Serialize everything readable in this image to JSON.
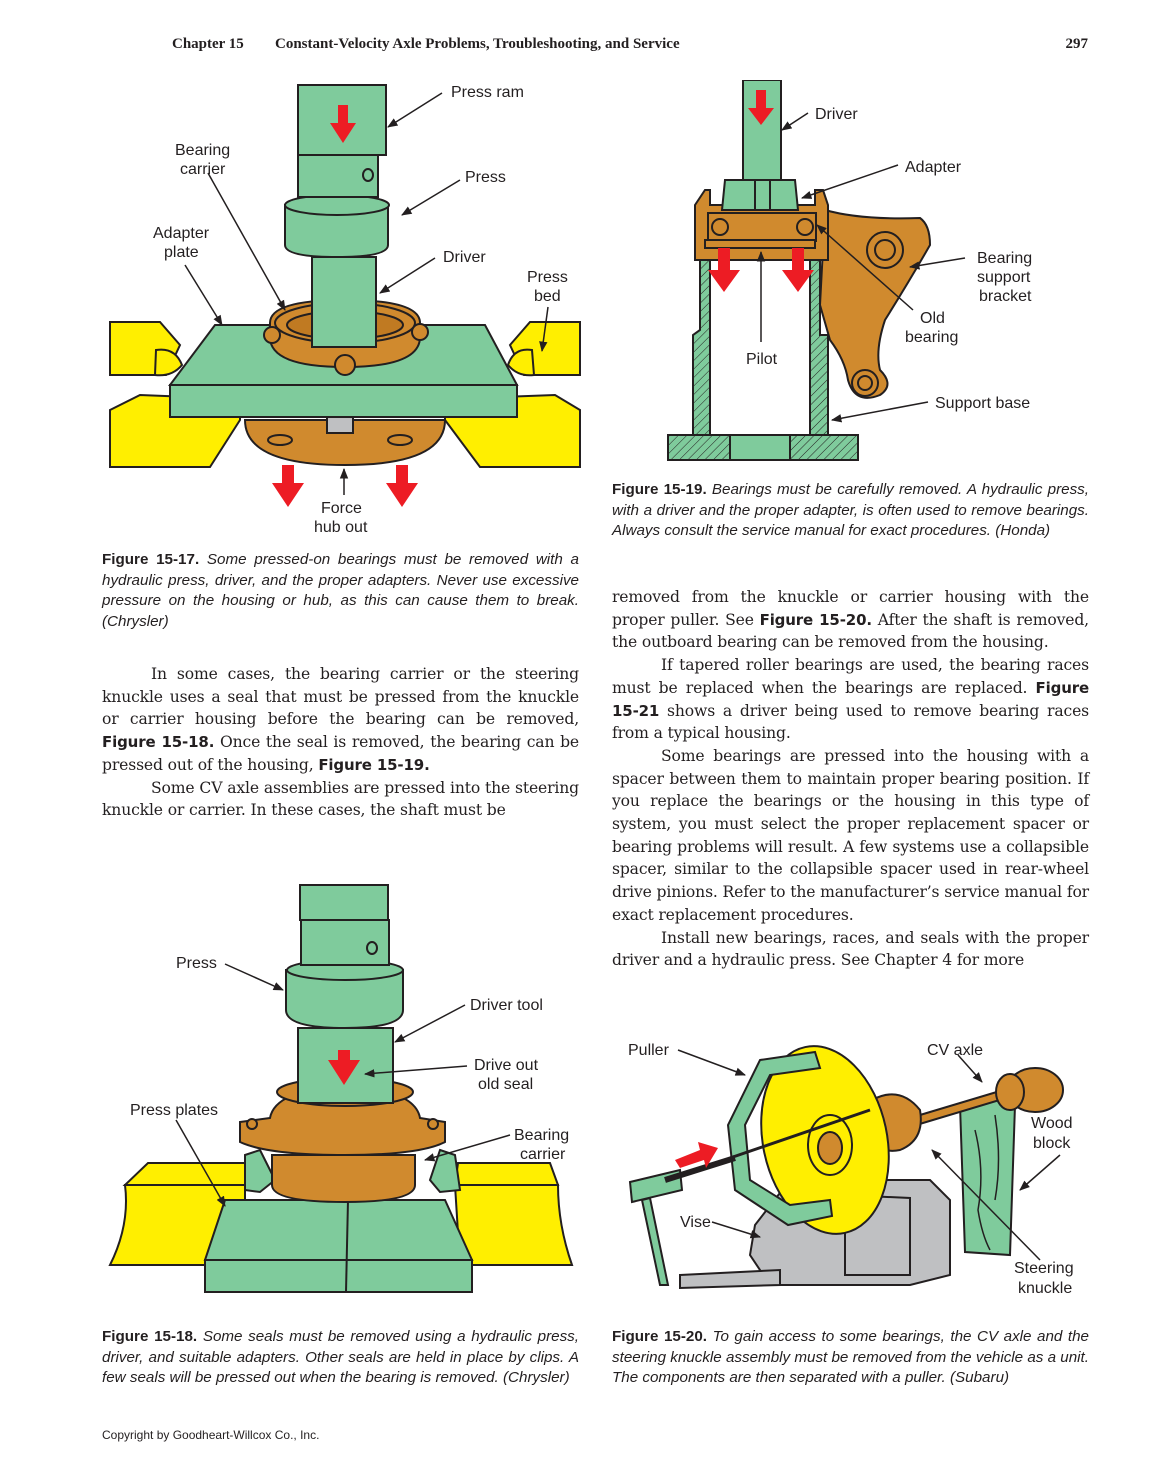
{
  "header": {
    "chapter": "Chapter 15",
    "title": "Constant-Velocity Axle Problems, Troubleshooting, and Service",
    "page_number": "297"
  },
  "colors": {
    "green": "#7fcb9c",
    "yellow": "#ffef00",
    "orange": "#d08a2e",
    "gray": "#bfc0c2",
    "red": "#ed1c24",
    "ink": "#231f20"
  },
  "figures": {
    "fig_15_17": {
      "labels": {
        "press_ram": "Press ram",
        "bearing_carrier_1": "Bearing",
        "bearing_carrier_2": "carrier",
        "press": "Press",
        "adapter_plate_1": "Adapter",
        "adapter_plate_2": "plate",
        "driver": "Driver",
        "press_bed_1": "Press",
        "press_bed_2": "bed",
        "force_hub_out_1": "Force",
        "force_hub_out_2": "hub out"
      },
      "caption_number": "Figure 15-17.",
      "caption_text": "Some pressed-on bearings must be removed with a hydraulic press, driver, and the proper adapters. Never use excessive pressure on the housing or hub, as this can cause them to break. (Chrysler)"
    },
    "fig_15_19": {
      "labels": {
        "driver": "Driver",
        "adapter": "Adapter",
        "bearing_support_bracket_1": "Bearing",
        "bearing_support_bracket_2": "support",
        "bearing_support_bracket_3": "bracket",
        "old_bearing_1": "Old",
        "old_bearing_2": "bearing",
        "pilot": "Pilot",
        "support_base": "Support base"
      },
      "caption_number": "Figure 15-19.",
      "caption_text": "Bearings must be carefully removed. A hydraulic press, with a driver and the proper adapter, is often used to remove bearings. Always consult the service manual for exact procedures. (Honda)"
    },
    "fig_15_18": {
      "labels": {
        "press": "Press",
        "driver_tool": "Driver tool",
        "drive_out_old_seal_1": "Drive out",
        "drive_out_old_seal_2": "old seal",
        "press_plates": "Press plates",
        "bearing_carrier_1": "Bearing",
        "bearing_carrier_2": "carrier"
      },
      "caption_number": "Figure 15-18.",
      "caption_text": "Some seals must be removed using a hydraulic press, driver, and suitable adapters. Other seals are held in place by clips. A few seals will be pressed out when the bearing is removed. (Chrysler)"
    },
    "fig_15_20": {
      "labels": {
        "puller": "Puller",
        "cv_axle": "CV axle",
        "wood_block_1": "Wood",
        "wood_block_2": "block",
        "vise": "Vise",
        "steering_knuckle_1": "Steering",
        "steering_knuckle_2": "knuckle"
      },
      "caption_number": "Figure 15-20.",
      "caption_text": "To gain access to some bearings, the CV axle and the steering knuckle assembly must be removed from the vehicle as a unit. The components are then separated with a puller. (Subaru)"
    }
  },
  "body_left": {
    "p1_a": "In some cases, the bearing carrier or the steering knuckle uses a seal that must be pressed from the knuckle or carrier housing before the bearing can be removed, ",
    "p1_ref1": "Figure 15-18.",
    "p1_b": " Once the seal is removed, the bearing can be pressed out of the housing, ",
    "p1_ref2": "Figure 15-19.",
    "p2": "Some CV axle assemblies are pressed into the steering knuckle or carrier. In these cases, the shaft must be"
  },
  "body_right": {
    "p1_a": "removed from the knuckle or carrier housing with the proper puller. See ",
    "p1_ref": "Figure 15-20.",
    "p1_b": " After the shaft is removed, the outboard bearing can be removed from the housing.",
    "p2_a": "If tapered roller bearings are used, the bearing races must be replaced when the bearings are replaced. ",
    "p2_ref": "Figure 15-21",
    "p2_b": " shows a driver being used to remove bearing races from a typical housing.",
    "p3": "Some bearings are pressed into the housing with a spacer between them to maintain proper bearing position. If you replace the bearings or the housing in this type of system, you must select the proper replacement spacer or bearing problems will result. A few systems use a collapsible spacer, similar to the collapsible spacer used in rear-wheel drive pinions. Refer to the manufacturer’s service manual for exact replacement procedures.",
    "p4": "Install new bearings, races, and seals with the proper driver and a hydraulic press. See Chapter 4 for more"
  },
  "footer": {
    "copyright": "Copyright by Goodheart-Willcox Co., Inc."
  }
}
